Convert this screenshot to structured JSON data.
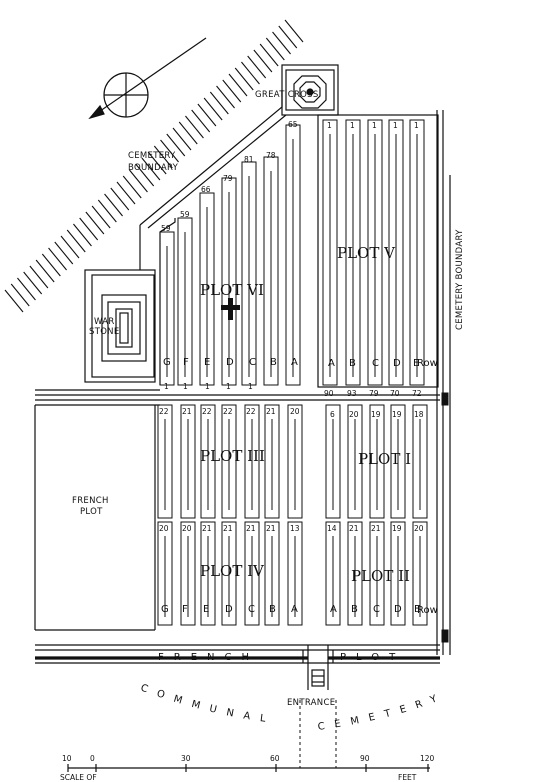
{
  "map": {
    "labels": {
      "great_cross": "GREAT CROSS",
      "cemetery_boundary_left_1": "CEMETERY",
      "cemetery_boundary_left_2": "BOUNDARY",
      "cemetery_boundary_right": "CEMETERY BOUNDARY",
      "war_stone_1": "WAR",
      "war_stone_2": "STONE",
      "french_plot_1": "FRENCH",
      "french_plot_2": "PLOT",
      "french_band_left": "FRENCH",
      "french_band_right": "PLOT",
      "entrance": "ENTRANCE",
      "communal": "COMMUNAL",
      "cemetery_bottom": "CEMETERY",
      "row_upper": "Row",
      "row_lower": "Row"
    },
    "plots": {
      "plot_v": "PLOT V",
      "plot_vi": "PLOT VI",
      "plot_iii": "PLOT III",
      "plot_i": "PLOT I",
      "plot_iv": "PLOT IV",
      "plot_ii": "PLOT II"
    },
    "rows_upper_left": [
      "G",
      "F",
      "E",
      "D",
      "C",
      "B",
      "A"
    ],
    "rows_upper_right": [
      "A",
      "B",
      "C",
      "D",
      "E"
    ],
    "rows_lower_left": [
      "G",
      "F",
      "E",
      "D",
      "C",
      "B",
      "A"
    ],
    "rows_lower_right": [
      "A",
      "B",
      "C",
      "D",
      "E"
    ],
    "plot_vi_top_numbers": [
      "59",
      "59",
      "66",
      "79",
      "81",
      "78",
      "65"
    ],
    "plot_vi_bottom_numbers": [
      "1",
      "1",
      "1",
      "1",
      "1"
    ],
    "plot_v_top_numbers": [
      "1",
      "1",
      "1",
      "1",
      "1"
    ],
    "plot_v_bottom_numbers": [
      "90",
      "93",
      "79",
      "70",
      "72"
    ],
    "plot_iii_top_numbers": [
      "22",
      "21",
      "22",
      "22",
      "22",
      "21",
      "20"
    ],
    "plot_i_top_numbers": [
      "6",
      "20",
      "19",
      "19",
      "18"
    ],
    "plot_iv_top_numbers": [
      "20",
      "20",
      "21",
      "21",
      "21",
      "21",
      "13"
    ],
    "plot_ii_top_numbers": [
      "14",
      "21",
      "21",
      "19",
      "20"
    ],
    "scale": {
      "ticks": [
        "10",
        "0",
        "30",
        "60",
        "90",
        "120"
      ],
      "label_left": "SCALE OF",
      "label_right": "FEET"
    },
    "colors": {
      "ink": "#111111",
      "paper": "#ffffff"
    }
  }
}
